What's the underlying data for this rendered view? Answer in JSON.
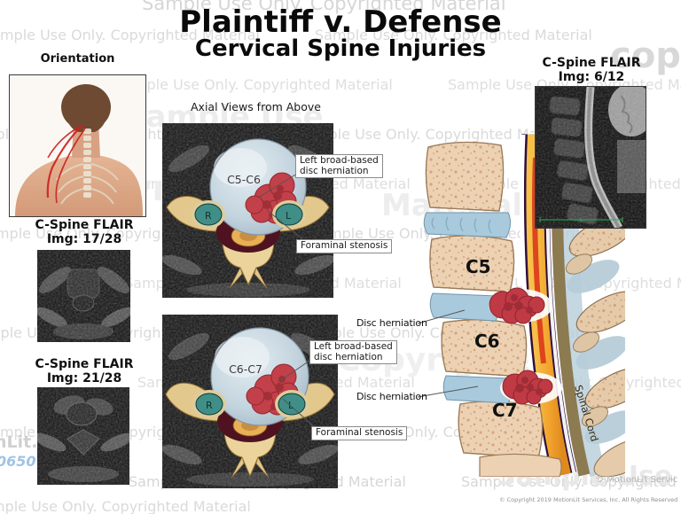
{
  "header": {
    "title": "Plaintiff v. Defense",
    "subtitle": "Cervical Spine Injuries"
  },
  "orientation": {
    "heading": "Orientation"
  },
  "left_mris": [
    {
      "line1": "C-Spine FLAIR",
      "line2": "Img: 17/28"
    },
    {
      "line1": "C-Spine FLAIR",
      "line2": "Img: 21/28"
    }
  ],
  "axial": {
    "heading": "Axial Views from Above",
    "views": [
      {
        "disc_label": "C5-C6",
        "marker_right": "R",
        "marker_left": "L",
        "herniation_line1": "Left broad-based",
        "herniation_line2": "disc herniation",
        "stenosis": "Foraminal stenosis"
      },
      {
        "disc_label": "C6-C7",
        "marker_right": "R",
        "marker_left": "L",
        "herniation_line1": "Left broad-based",
        "herniation_line2": "disc herniation",
        "stenosis": "Foraminal stenosis"
      }
    ]
  },
  "right_mri": {
    "line1": "C-Spine FLAIR",
    "line2": "Img: 6/12"
  },
  "sagittal": {
    "labels": [
      "C5",
      "C6",
      "C7"
    ],
    "disc_herniation_upper": "Disc herniation",
    "disc_herniation_lower": "Disc herniation",
    "spinal_cord": "Spinal Cord"
  },
  "watermarks": {
    "tile": "Sample Use Only. Copyrighted Material",
    "big_words": [
      "Copyrighted",
      "Sample Use",
      "copy",
      "Material"
    ],
    "partial_site": "nLit.com",
    "partial_number": "0650",
    "motionlit": "© MotionLit Servic"
  },
  "footer": {
    "copyright": "© Copyright 2019 MotionLit Services, Inc. All Rights Reserved"
  },
  "colors": {
    "herniation_red": "#bf3a44",
    "disc_blue": "#a9cadd",
    "bone_tan": "#ecd2b2",
    "cord_orange": "#f2a52e",
    "artery_teal": "#3f8f88",
    "watermark_gray": "#dadada",
    "number_blue": "#9fc4e6"
  }
}
